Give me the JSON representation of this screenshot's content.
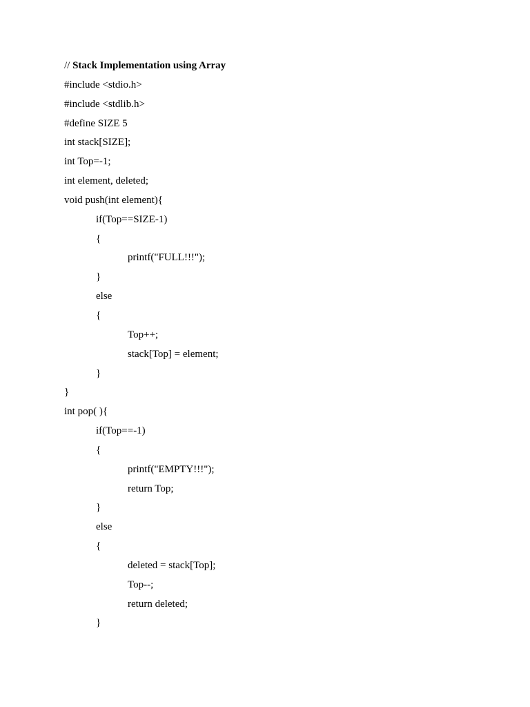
{
  "document": {
    "comment_prefix": "// ",
    "comment_title": "Stack Implementation using Array",
    "lines": [
      "#include <stdio.h>",
      "#include <stdlib.h>",
      "#define SIZE 5",
      "int stack[SIZE];",
      "int Top=-1;",
      "int element, deleted;",
      "void push(int element){",
      "if(Top==SIZE-1)",
      "{",
      "printf(\"FULL!!!\");",
      "}",
      "else",
      "{",
      "Top++;",
      "stack[Top] = element;",
      "}",
      "}",
      "int pop( ){",
      "if(Top==-1)",
      "{",
      "printf(\"EMPTY!!!\");",
      "return Top;",
      "}",
      "else",
      "{",
      "deleted = stack[Top];",
      "Top--;",
      "return deleted;",
      "}"
    ]
  }
}
